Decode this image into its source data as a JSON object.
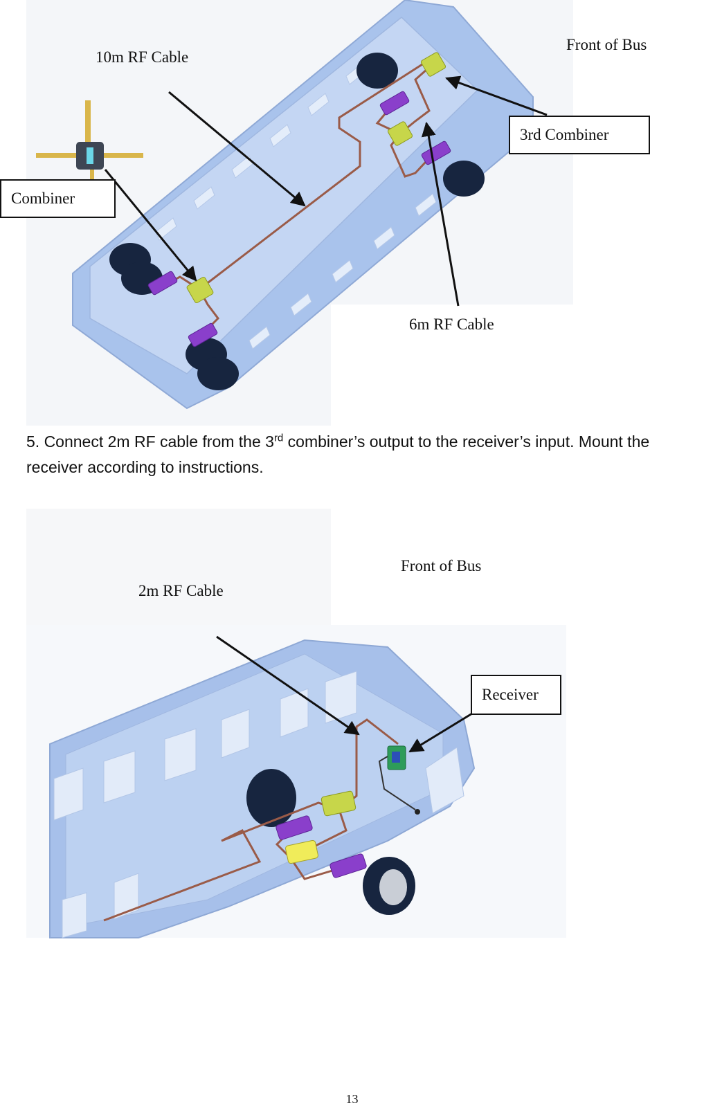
{
  "figure1": {
    "front_label": "Front of Bus",
    "cable10_label": "10m RF Cable",
    "combiner_label": "Combiner",
    "combiner3_label": "3rd Combiner",
    "cable6_label": "6m RF Cable"
  },
  "instruction": {
    "step_prefix": "5. Connect 2m RF cable from the 3",
    "superscript": "rd",
    "step_rest": " combiner’s output to the receiver’s input. Mount the receiver according to instructions."
  },
  "figure2": {
    "front_label": "Front of Bus",
    "cable2_label": "2m RF Cable",
    "receiver_label": "Receiver"
  },
  "page_number": "13"
}
